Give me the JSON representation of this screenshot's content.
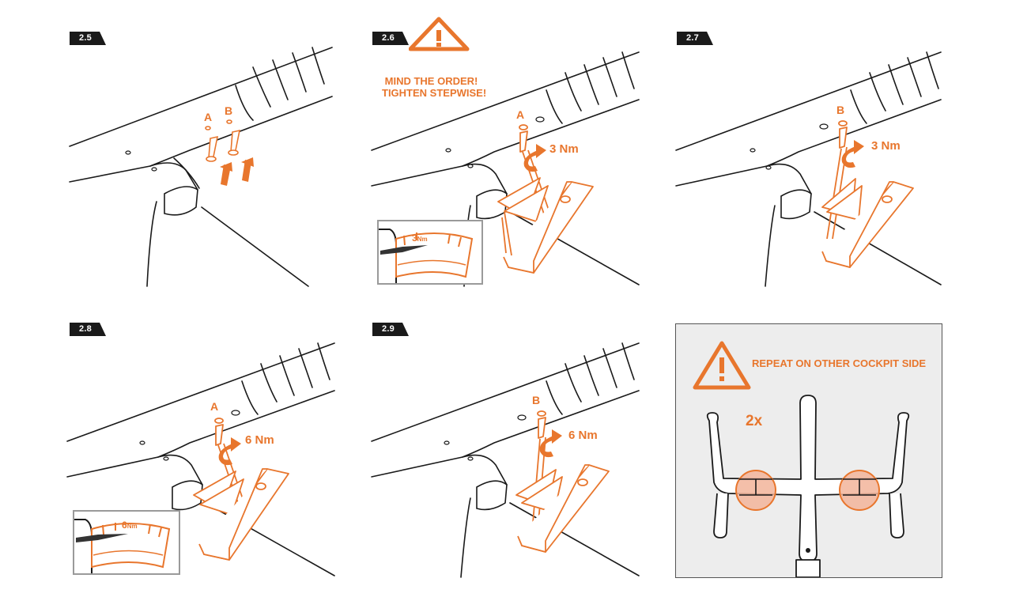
{
  "steps": [
    {
      "id": "2.5",
      "labels": {
        "a": "A",
        "b": "B"
      }
    },
    {
      "id": "2.6",
      "labels": {
        "a": "A"
      },
      "torque": "3 Nm",
      "warning": [
        "MIND THE ORDER!",
        "TIGHTEN STEPWISE!"
      ],
      "gauge": {
        "value": "3",
        "unit": "Nm"
      }
    },
    {
      "id": "2.7",
      "labels": {
        "b": "B"
      },
      "torque": "3 Nm"
    },
    {
      "id": "2.8",
      "labels": {
        "a": "A"
      },
      "torque": "6 Nm",
      "gauge": {
        "value": "6",
        "unit": "Nm"
      }
    },
    {
      "id": "2.9",
      "labels": {
        "b": "B"
      },
      "torque": "6 Nm"
    }
  ],
  "final": {
    "warning": "REPEAT ON OTHER COCKPIT SIDE",
    "multiplier": "2x"
  },
  "colors": {
    "accent": "#e8762d",
    "line": "#1a1a1a",
    "highlight": "#f2b49a",
    "panel_bg": "#ededed"
  },
  "icons": [
    "warning-triangle-icon",
    "arrow-up-icon",
    "rotate-arrow-icon",
    "torque-wrench-icon"
  ]
}
